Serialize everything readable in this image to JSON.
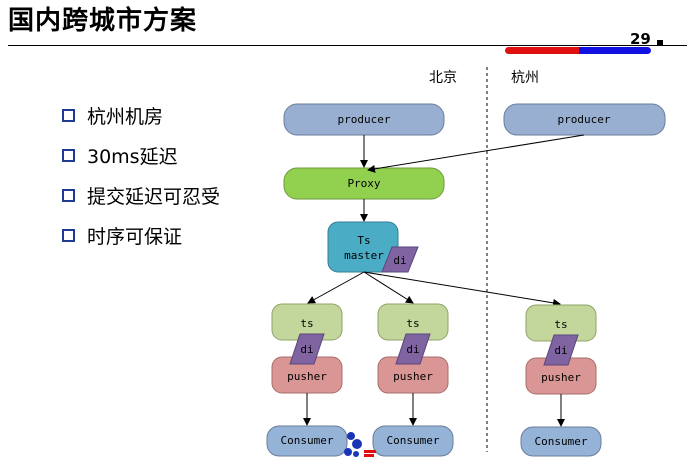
{
  "header": {
    "title": "国内跨城市方案",
    "page_number": "29"
  },
  "bullets": [
    "杭州机房",
    "30ms延迟",
    "提交延迟可忍受",
    "时序可保证"
  ],
  "regions": {
    "left": "北京",
    "right": "杭州"
  },
  "nodes": {
    "producer_bj": "producer",
    "producer_hz": "producer",
    "proxy": "Proxy",
    "ts_master_line1": "Ts",
    "ts_master_line2": "master",
    "di_master": "di",
    "ts1": "ts",
    "di1": "di",
    "pusher1": "pusher",
    "consumer1": "Consumer",
    "ts2": "ts",
    "di2": "di",
    "pusher2": "pusher",
    "consumer2": "Consumer",
    "ts3": "ts",
    "di3": "di",
    "pusher3": "pusher",
    "consumer3": "Consumer"
  },
  "colors": {
    "producer": "#98afd2",
    "proxy": "#92d050",
    "master": "#4bacc6",
    "ts": "#c3d69b",
    "pusher": "#d99694",
    "di": "#8064a2",
    "consumer": "#95b3d7"
  }
}
